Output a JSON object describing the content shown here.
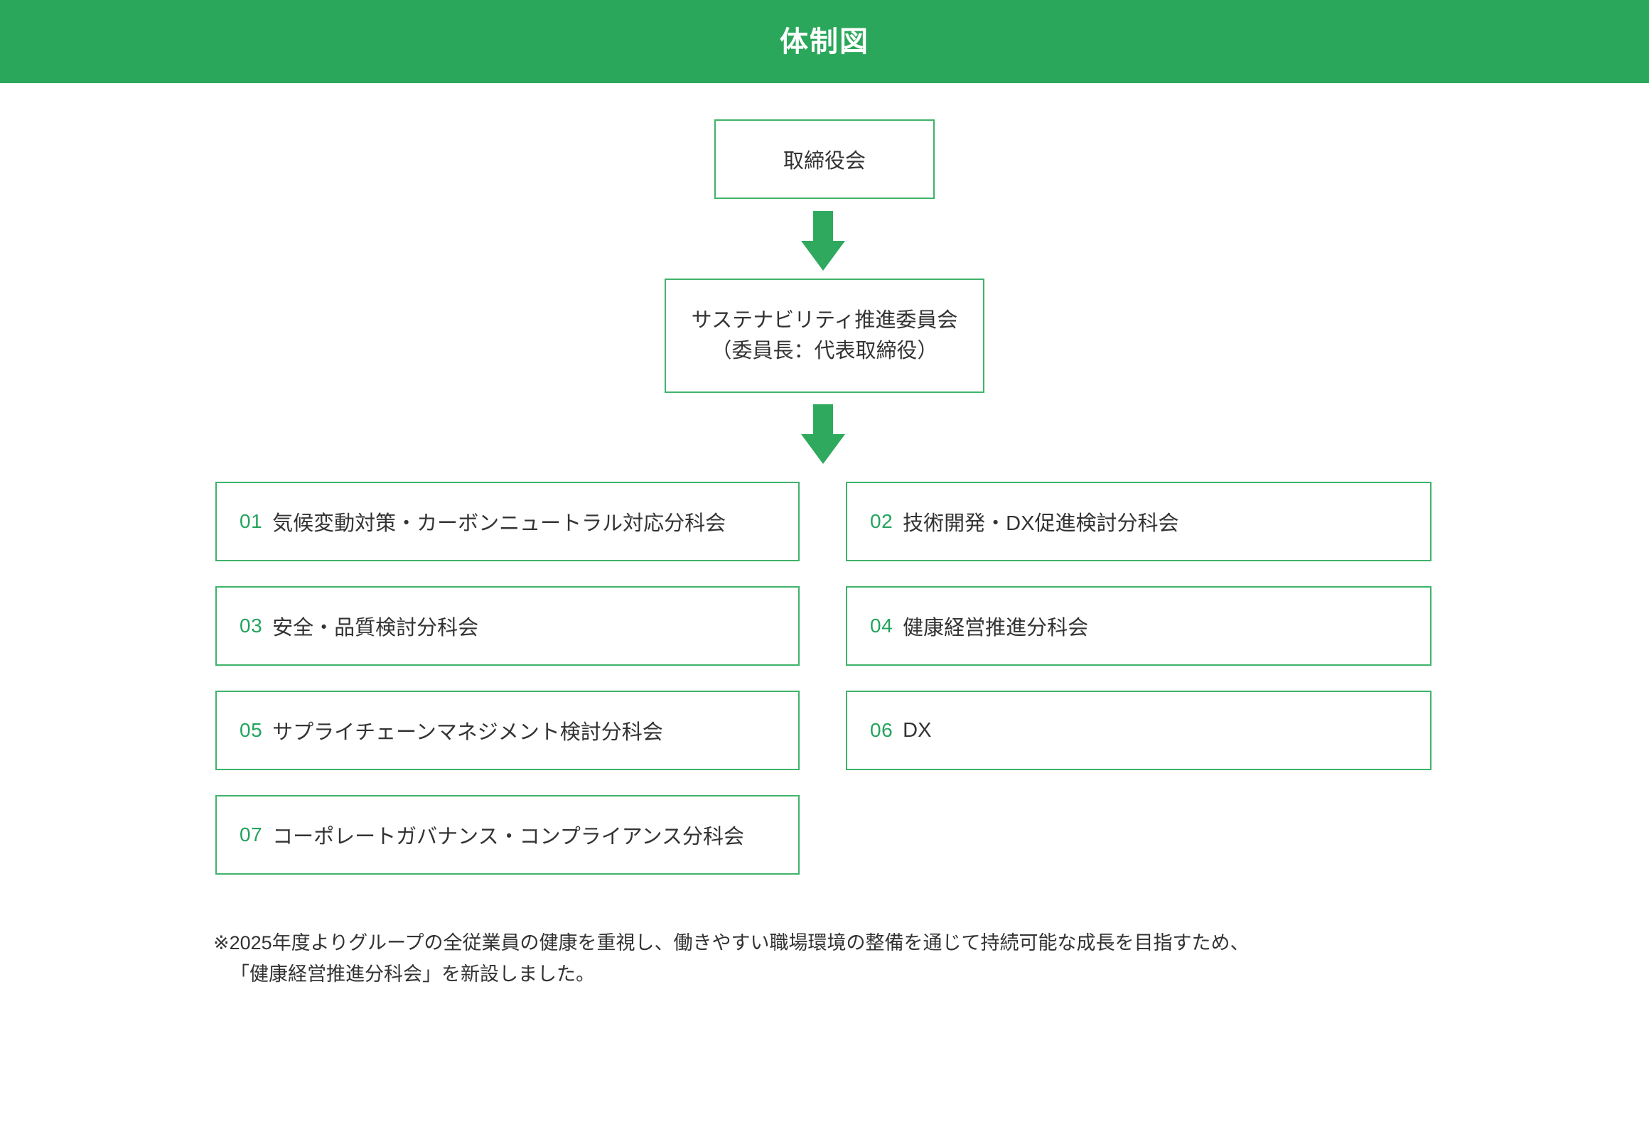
{
  "header": {
    "title": "体制図",
    "background_color": "#2aa75a",
    "text_color": "#ffffff"
  },
  "colors": {
    "accent_green": "#3fb36a",
    "number_green": "#22a45d",
    "arrow_green": "#2fa95e",
    "body_text": "#333333"
  },
  "chart_data": {
    "type": "diagram",
    "title": "体制図",
    "nodes": [
      {
        "id": "board",
        "label": "取締役会",
        "level": 1
      },
      {
        "id": "committee",
        "label": "サステナビリティ推進委員会（委員長：代表取締役）",
        "level": 2
      },
      {
        "id": "sub01",
        "label": "気候変動対策・カーボンニュートラル対応分科会",
        "number": "01",
        "level": 3
      },
      {
        "id": "sub02",
        "label": "技術開発・DX促進検討分科会",
        "number": "02",
        "level": 3
      },
      {
        "id": "sub03",
        "label": "安全・品質検討分科会",
        "number": "03",
        "level": 3
      },
      {
        "id": "sub04",
        "label": "健康経営推進分科会",
        "number": "04",
        "level": 3
      },
      {
        "id": "sub05",
        "label": "サプライチェーンマネジメント検討分科会",
        "number": "05",
        "level": 3
      },
      {
        "id": "sub06",
        "label": "DX",
        "number": "06",
        "level": 3
      },
      {
        "id": "sub07",
        "label": "コーポレートガバナンス・コンプライアンス分科会",
        "number": "07",
        "level": 3
      }
    ],
    "edges": [
      {
        "from": "board",
        "to": "committee",
        "style": "arrow-down"
      },
      {
        "from": "committee",
        "to": "subcommittees",
        "style": "arrow-down"
      }
    ]
  },
  "board": {
    "label": "取締役会"
  },
  "committee": {
    "line1": "サステナビリティ推進委員会",
    "line2": "（委員長：代表取締役）"
  },
  "arrows": {
    "arrow1_name": "arrow-board-to-committee",
    "arrow2_name": "arrow-committee-to-subcommittees"
  },
  "subcommittees": [
    {
      "number": "01",
      "label": "気候変動対策・カーボンニュートラル対応分科会"
    },
    {
      "number": "02",
      "label": "技術開発・DX促進検討分科会"
    },
    {
      "number": "03",
      "label": "安全・品質検討分科会"
    },
    {
      "number": "04",
      "label": "健康経営推進分科会"
    },
    {
      "number": "05",
      "label": "サプライチェーンマネジメント検討分科会"
    },
    {
      "number": "06",
      "label": "DX"
    },
    {
      "number": "07",
      "label": "コーポレートガバナンス・コンプライアンス分科会"
    }
  ],
  "footnote": {
    "line1": "※2025年度よりグループの全従業員の健康を重視し、働きやすい職場環境の整備を通じて持続可能な成長を目指すため、",
    "line2": "「健康経営推進分科会」を新設しました。"
  }
}
